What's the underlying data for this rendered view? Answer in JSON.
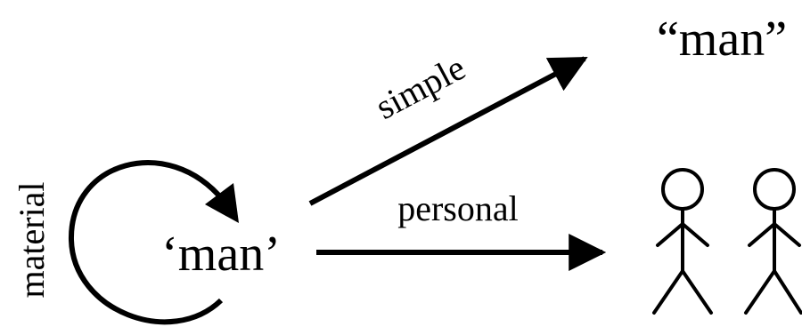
{
  "labels": {
    "center_term": "‘man’",
    "word_term": "“man”",
    "simple": "simple",
    "personal": "personal",
    "material": "material"
  },
  "figures": {
    "count": 2,
    "icon": "stick-figure-icon"
  },
  "colors": {
    "ink": "#000000",
    "background": "#ffffff"
  }
}
